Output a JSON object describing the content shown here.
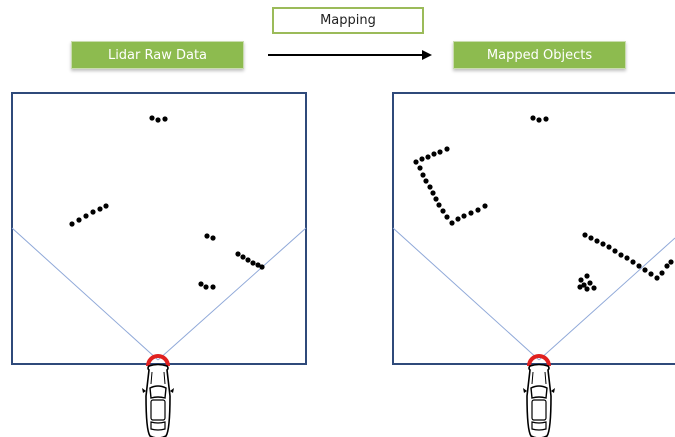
{
  "labels": {
    "left": "Lidar Raw Data",
    "right": "Mapped Objects",
    "center": "Mapping"
  },
  "colors": {
    "panel_border": "#2f4a7a",
    "fov_lines": "#8fa8d8",
    "sensor": "#e02020",
    "label_fill": "#8dbb4f",
    "label_outline": "#9bbb59"
  },
  "icons": {
    "vehicle": "car-icon",
    "sensor": "lidar-sensor-icon",
    "arrow": "arrow-right-icon"
  }
}
